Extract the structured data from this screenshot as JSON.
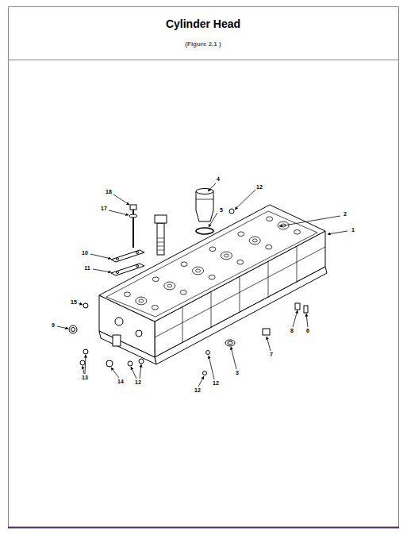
{
  "diagram": {
    "title": "Cylinder Head",
    "caption": "(Figure 2.1 )",
    "labels": [
      "18",
      "17",
      "4",
      "12",
      "5",
      "2",
      "1",
      "10",
      "11",
      "15",
      "9",
      "13",
      "14",
      "12",
      "12",
      "12",
      "3",
      "7",
      "8",
      "6"
    ]
  }
}
